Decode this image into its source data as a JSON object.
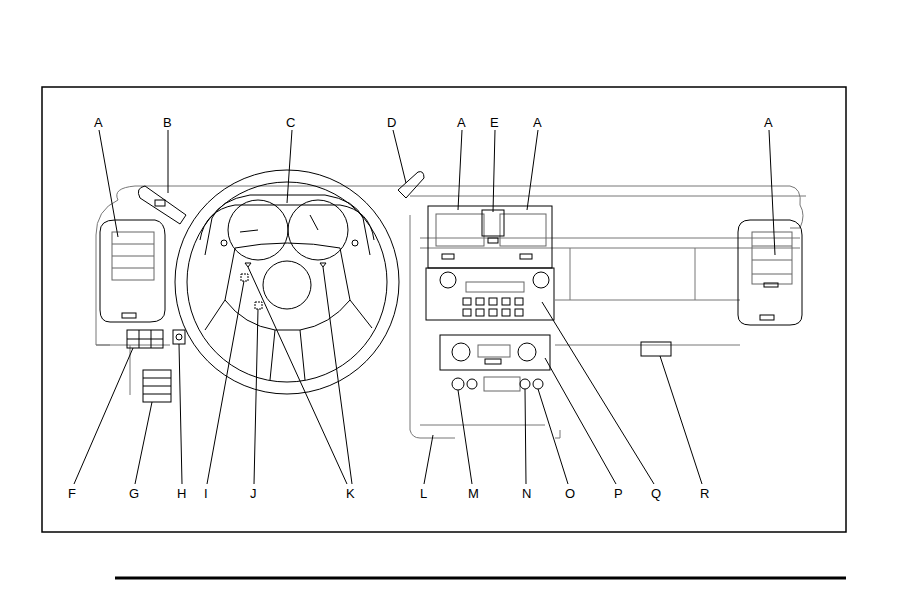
{
  "diagram": {
    "labels": [
      "A",
      "B",
      "C",
      "D",
      "A",
      "E",
      "A",
      "A",
      "F",
      "G",
      "H",
      "I",
      "J",
      "K",
      "L",
      "M",
      "N",
      "O",
      "P",
      "Q",
      "R"
    ]
  }
}
